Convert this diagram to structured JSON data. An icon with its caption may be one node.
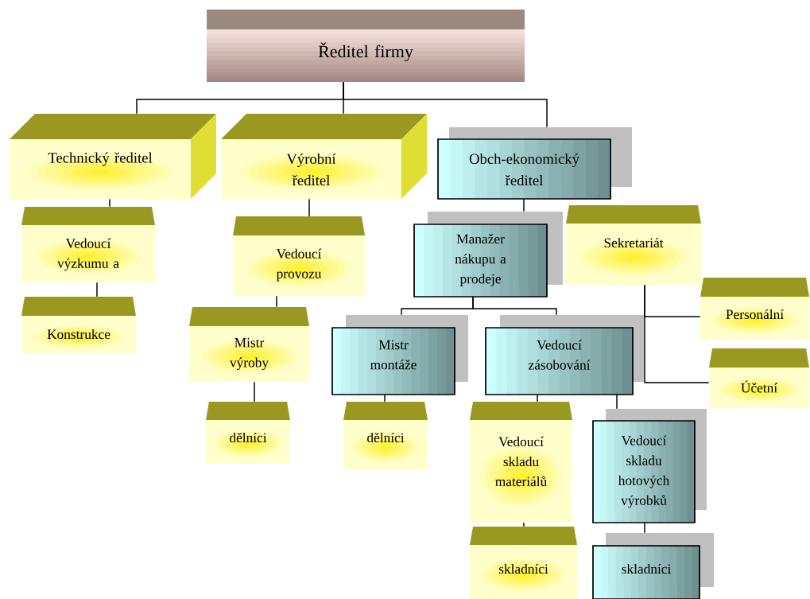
{
  "diagram": {
    "nodes": [
      {
        "text": [
          "Ředitel firmy"
        ]
      },
      {
        "text": [
          "Technický ředitel"
        ]
      },
      {
        "text": [
          "Výrobní ředitel"
        ]
      },
      {
        "text": [
          "Obch-ekonomický ředitel"
        ]
      },
      {
        "text": [
          "Vedoucí výzkumu a"
        ]
      },
      {
        "text": [
          "Konstrukce"
        ]
      },
      {
        "text": [
          "Vedoucí provozu"
        ]
      },
      {
        "text": [
          "Mistr výroby"
        ]
      },
      {
        "text": [
          "dělníci"
        ]
      },
      {
        "text": [
          "Manažer nákupu a prodeje"
        ]
      },
      {
        "text": [
          "Sekretariát"
        ]
      },
      {
        "text": [
          "Personální"
        ]
      },
      {
        "text": [
          "Účetní"
        ]
      },
      {
        "text": [
          "Mistr montáže"
        ]
      },
      {
        "text": [
          "Vedoucí zásobování"
        ]
      },
      {
        "text": [
          "dělníci"
        ]
      },
      {
        "text": [
          "Vedoucí skladu materiálů"
        ]
      },
      {
        "text": [
          "Vedoucí skladu hotových výrobků"
        ]
      },
      {
        "text": [
          "skladníci"
        ]
      },
      {
        "text": [
          "skladníci"
        ]
      }
    ],
    "edges": [
      {
        "from": 0,
        "to": 1,
        "arrow": "none"
      },
      {
        "from": 0,
        "to": 2,
        "arrow": "none"
      },
      {
        "from": 0,
        "to": 3,
        "arrow": "none"
      },
      {
        "from": 1,
        "to": 4,
        "arrow": "none"
      },
      {
        "from": 4,
        "to": 5,
        "arrow": "none"
      },
      {
        "from": 2,
        "to": 6,
        "arrow": "none"
      },
      {
        "from": 6,
        "to": 7,
        "arrow": "none"
      },
      {
        "from": 7,
        "to": 8,
        "arrow": "none"
      },
      {
        "from": 3,
        "to": 9,
        "arrow": "none"
      },
      {
        "from": 9,
        "to": 13,
        "arrow": "none"
      },
      {
        "from": 9,
        "to": 14,
        "arrow": "none"
      },
      {
        "from": 13,
        "to": 15,
        "arrow": "none"
      },
      {
        "from": 14,
        "to": 16,
        "arrow": "none"
      },
      {
        "from": 14,
        "to": 17,
        "arrow": "none"
      },
      {
        "from": 16,
        "to": 18,
        "arrow": "none"
      },
      {
        "from": 17,
        "to": 19,
        "arrow": "none"
      },
      {
        "from": 10,
        "to": 11,
        "arrow": "none"
      },
      {
        "from": 10,
        "to": 12,
        "arrow": "none"
      }
    ]
  }
}
